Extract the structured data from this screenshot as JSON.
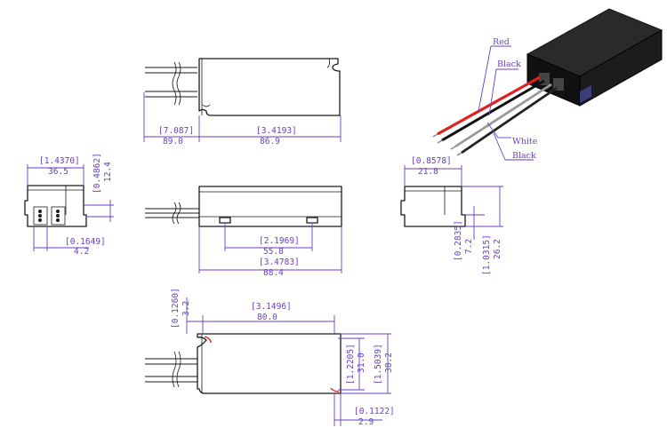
{
  "dimensions": {
    "top_length_in": "[7.087]",
    "top_length_mm": "89.0",
    "top_body_in": "[3.4193]",
    "top_body_mm": "86.9",
    "end_width_in": "[1.4370]",
    "end_width_mm": "36.5",
    "end_height_in": "[0.4862]",
    "end_height_mm": "12.4",
    "end_offset_in": "[0.1649]",
    "end_offset_mm": "4.2",
    "side_slot_in": "[2.1969]",
    "side_slot_mm": "55.8",
    "side_total_in": "[3.4783]",
    "side_total_mm": "88.4",
    "right_width_in": "[0.8578]",
    "right_width_mm": "21.8",
    "right_h1_in": "[0.2835]",
    "right_h1_mm": "7.2",
    "right_h2_in": "[1.0315]",
    "right_h2_mm": "26.2",
    "bottom_hole_in": "[0.1260]",
    "bottom_hole_mm": "3.2",
    "bottom_span_in": "[3.1496]",
    "bottom_span_mm": "80.0",
    "bottom_h1_in": "[1.2205]",
    "bottom_h1_mm": "31.0",
    "bottom_h2_in": "[1.5039]",
    "bottom_h2_mm": "38.2",
    "bottom_off_in": "[0.1122]",
    "bottom_off_mm": "2.9"
  },
  "wire_labels": {
    "red": "Red",
    "black_top": "Black",
    "white": "White",
    "black_bottom": "Black"
  },
  "colors": {
    "dimension": "#6a3fc4",
    "outline": "#1a1a1a",
    "red_wire": "#e02020"
  }
}
